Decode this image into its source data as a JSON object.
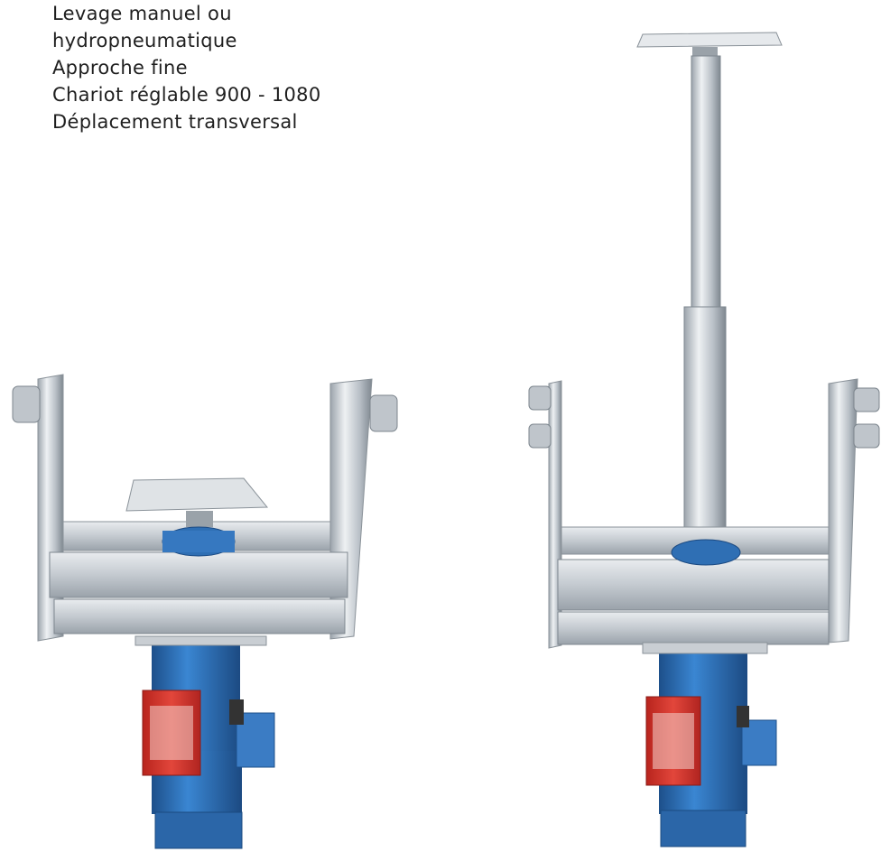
{
  "caption": {
    "lines": [
      "Levage manuel ou",
      "hydropneumatique",
      "Approche fine",
      "Chariot réglable 900 - 1080",
      "Déplacement transversal"
    ]
  },
  "colors": {
    "steel": "#c9ced3",
    "steel_dark": "#8f979f",
    "cylinder_blue": "#2f6fb4",
    "label_red": "#d9342b",
    "background": "#ffffff"
  }
}
